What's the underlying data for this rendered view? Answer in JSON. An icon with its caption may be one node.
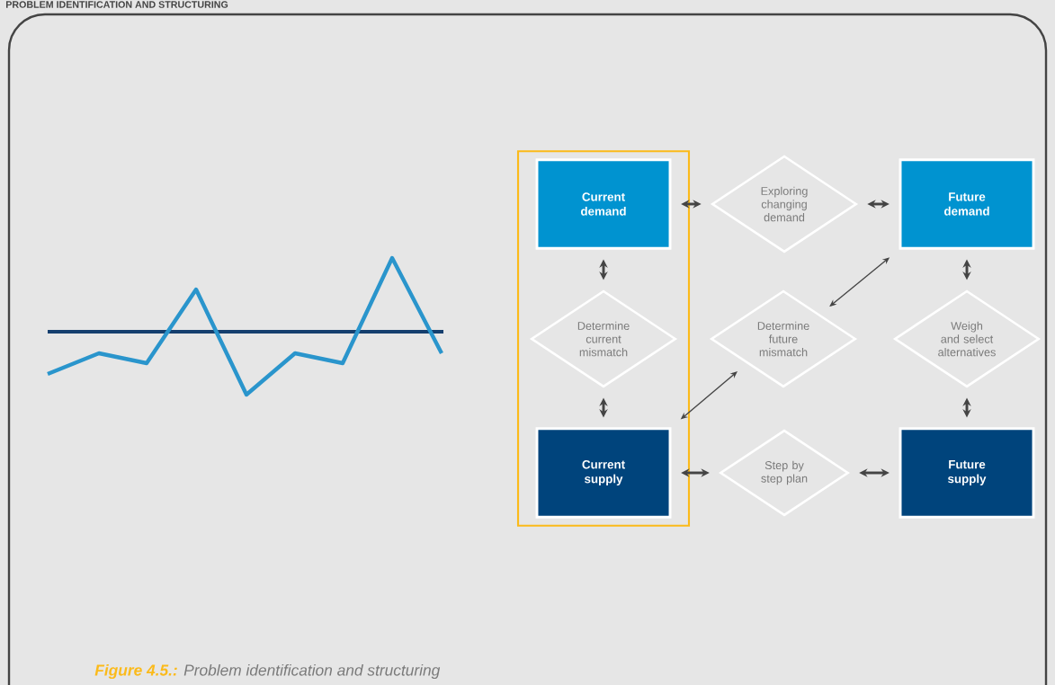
{
  "diagram": {
    "title": "PROBLEM IDENTIFICATION AND STRUCTURING",
    "caption": "**Figure 4.5.:** Problem identification and structuring",
    "nodes": [
      {
        "text": [],
        "shape": "box"
      },
      {
        "text": [
          "Current demand"
        ],
        "in": 0
      },
      {
        "text": [
          "Determine current mismatch"
        ],
        "in": 0
      },
      {
        "text": [
          "Current supply"
        ],
        "in": 0
      },
      {
        "text": [
          "Exploring changing demand"
        ]
      },
      {
        "text": [
          "Determine future mismatch"
        ]
      },
      {
        "text": [
          "Step by step plan"
        ]
      },
      {
        "text": [
          "Future demand"
        ]
      },
      {
        "text": [
          "Weigh and select alternatives"
        ]
      },
      {
        "text": [
          "Future supply"
        ]
      }
    ],
    "edges": [
      {
        "from": 1,
        "to": 4,
        "arrow": "both"
      },
      {
        "from": 4,
        "to": 7,
        "arrow": "both"
      },
      {
        "from": 1,
        "to": 2,
        "arrow": "both"
      },
      {
        "from": 2,
        "to": 3,
        "arrow": "both"
      },
      {
        "from": 3,
        "to": 5,
        "arrow": "both"
      },
      {
        "from": 5,
        "to": 7,
        "arrow": "both"
      },
      {
        "from": 7,
        "to": 8,
        "arrow": "both"
      },
      {
        "from": 8,
        "to": 9,
        "arrow": "both"
      },
      {
        "from": 3,
        "to": 6,
        "arrow": "both"
      },
      {
        "from": 6,
        "to": 9,
        "arrow": "both"
      }
    ]
  }
}
